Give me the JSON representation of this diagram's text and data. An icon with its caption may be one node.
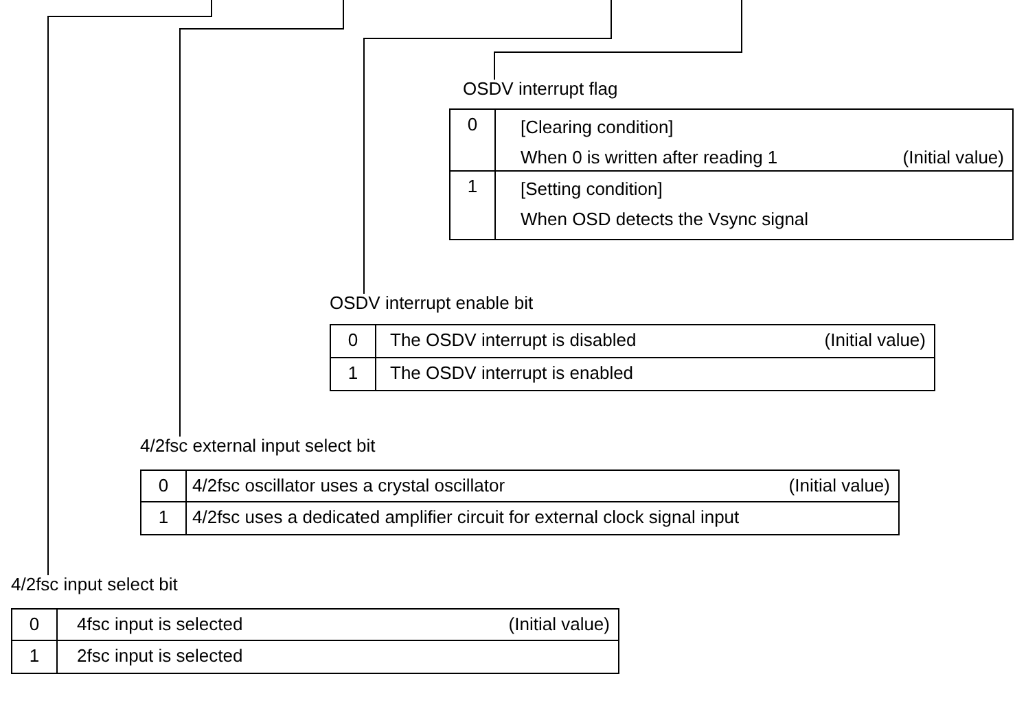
{
  "diagram": {
    "nodes": [
      {
        "text": [
          "OSDV interrupt flag"
        ]
      },
      {
        "text": [
          "OSDV interrupt enable bit"
        ]
      },
      {
        "text": [
          "4/2fsc external input select bit"
        ]
      },
      {
        "text": [
          "4/2fsc input select bit"
        ]
      }
    ],
    "edges": [
      {
        "from": null,
        "to": 0,
        "arrow": "none"
      },
      {
        "from": null,
        "to": 1,
        "arrow": "none"
      },
      {
        "from": null,
        "to": 2,
        "arrow": "none"
      },
      {
        "from": null,
        "to": 3,
        "arrow": "none"
      }
    ],
    "labels": [
      "0",
      "[Clearing condition]",
      "When 0 is written after reading 1",
      "(Initial value)",
      "1",
      "[Setting condition]",
      "When OSD detects the Vsync signal",
      "0",
      "The OSDV interrupt is disabled",
      "(Initial value)",
      "1",
      "The OSDV interrupt is enabled",
      "0",
      "4/2fsc oscillator uses a crystal oscillator",
      "(Initial value)",
      "1",
      "4/2fsc uses a dedicated amplifier circuit for external clock signal input",
      "0",
      "4fsc input is selected",
      "(Initial value)",
      "1",
      "2fsc input is selected"
    ]
  }
}
